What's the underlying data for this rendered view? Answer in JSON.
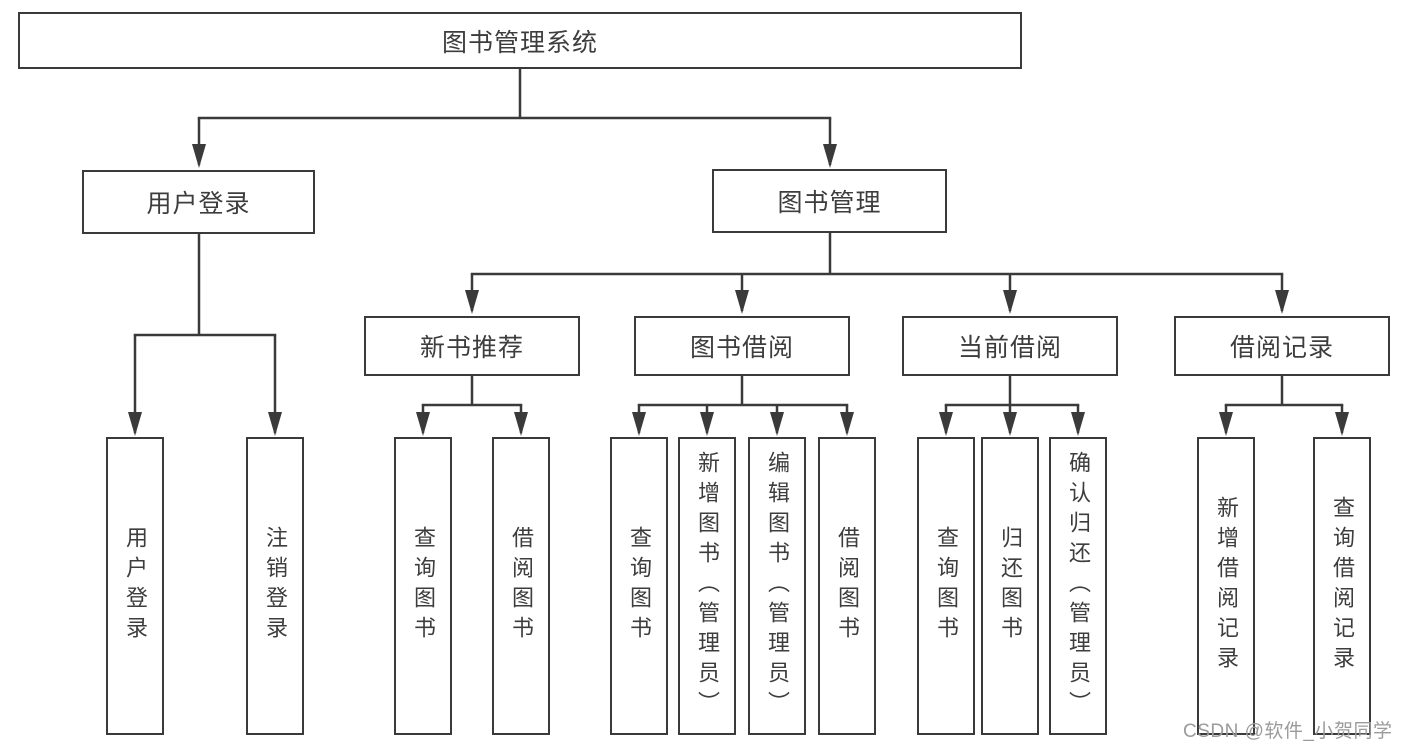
{
  "tree": {
    "label": "图书管理系统",
    "children": [
      {
        "label": "用户登录",
        "children": [
          {
            "label": "用户登录"
          },
          {
            "label": "注销登录"
          }
        ]
      },
      {
        "label": "图书管理",
        "children": [
          {
            "label": "新书推荐",
            "children": [
              {
                "label": "查询图书"
              },
              {
                "label": "借阅图书"
              }
            ]
          },
          {
            "label": "图书借阅",
            "children": [
              {
                "label": "查询图书"
              },
              {
                "label": "新增图书（管理员）"
              },
              {
                "label": "编辑图书（管理员）"
              },
              {
                "label": "借阅图书"
              }
            ]
          },
          {
            "label": "当前借阅",
            "children": [
              {
                "label": "查询图书"
              },
              {
                "label": "归还图书"
              },
              {
                "label": "确认归还（管理员）"
              }
            ]
          },
          {
            "label": "借阅记录",
            "children": [
              {
                "label": "新增借阅记录"
              },
              {
                "label": "查询借阅记录"
              }
            ]
          }
        ]
      }
    ]
  },
  "watermark": {
    "text": "CSDN @软件_小贺同学"
  },
  "colors": {
    "line": "#3a3a3a",
    "box_border": "#3a3a3a",
    "text": "#3d3d3d",
    "watermark": "#9b9b9b",
    "background": "#ffffff"
  }
}
